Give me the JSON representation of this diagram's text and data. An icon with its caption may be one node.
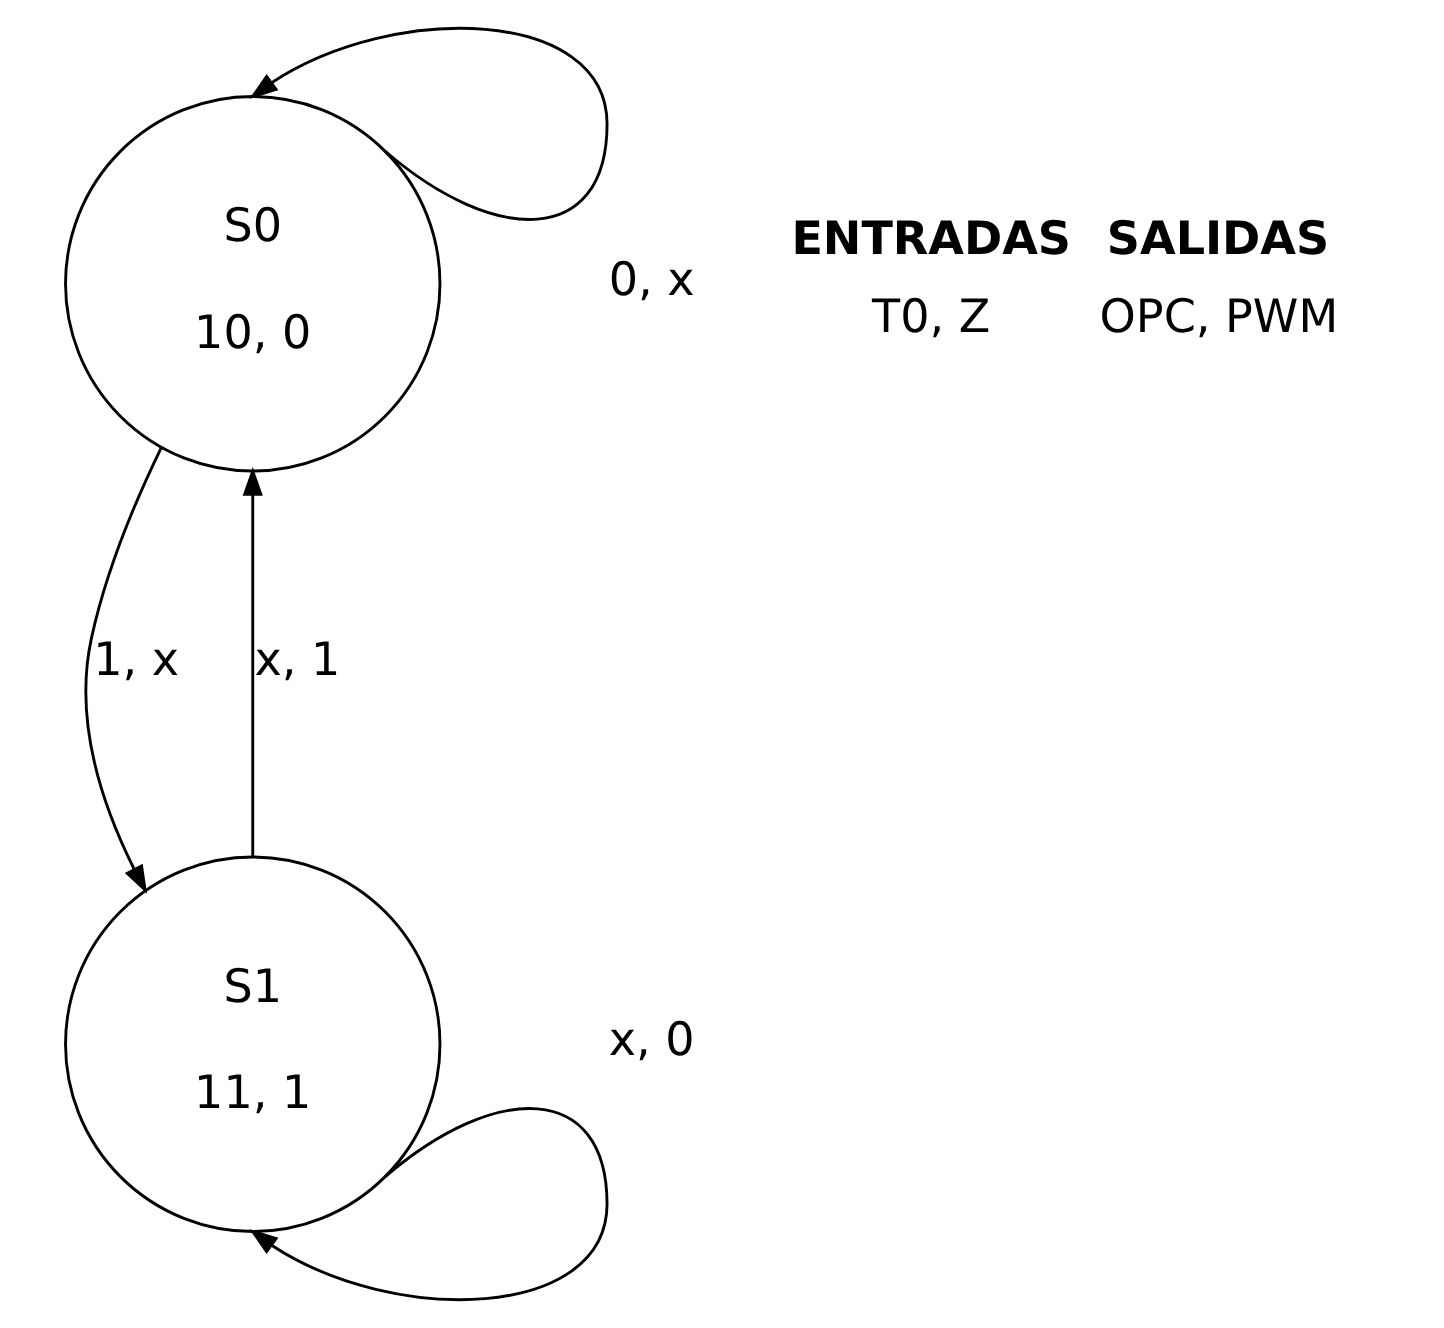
{
  "diagram": {
    "nodes": [
      {
        "text": [
          "S0",
          "10, 0"
        ]
      },
      {
        "text": [
          "S1",
          "11, 1"
        ]
      }
    ],
    "edges": [
      {
        "from": 0,
        "to": 0,
        "arrow": "to",
        "label": "0, x"
      },
      {
        "from": 0,
        "to": 1,
        "arrow": "to",
        "label": "1, x"
      },
      {
        "from": 1,
        "to": 0,
        "arrow": "to",
        "label": "x, 1"
      },
      {
        "from": 1,
        "to": 1,
        "arrow": "to",
        "label": "x, 0"
      }
    ],
    "labels": [
      "ENTRADAS",
      "SALIDAS",
      "T0, Z",
      "OPC, PWM"
    ]
  }
}
